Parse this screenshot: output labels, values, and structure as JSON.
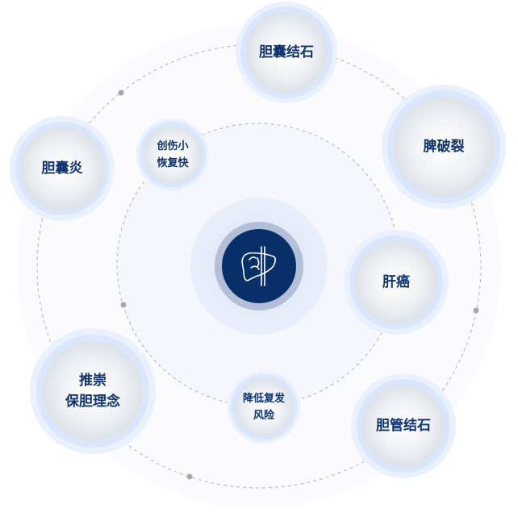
{
  "center": {
    "icon": "liver-icon",
    "color": "#073068"
  },
  "nodes": [
    {
      "id": "gallstone",
      "label": "胆囊结石"
    },
    {
      "id": "spleen-rupture",
      "label": "脾破裂"
    },
    {
      "id": "cholecystitis",
      "label": "胆囊炎"
    },
    {
      "id": "minimal-trauma",
      "label": "创伤小\n恢复快"
    },
    {
      "id": "liver-cancer",
      "label": "肝癌"
    },
    {
      "id": "gallbladder-preservation",
      "label": "推崇\n保胆理念"
    },
    {
      "id": "reduce-recurrence",
      "label": "降低复发\n风险"
    },
    {
      "id": "bile-duct-stone",
      "label": "胆管结石"
    }
  ],
  "colors": {
    "text": "#0f3470",
    "halo": "#eaf1fe",
    "dash": "#b0b4bc"
  }
}
